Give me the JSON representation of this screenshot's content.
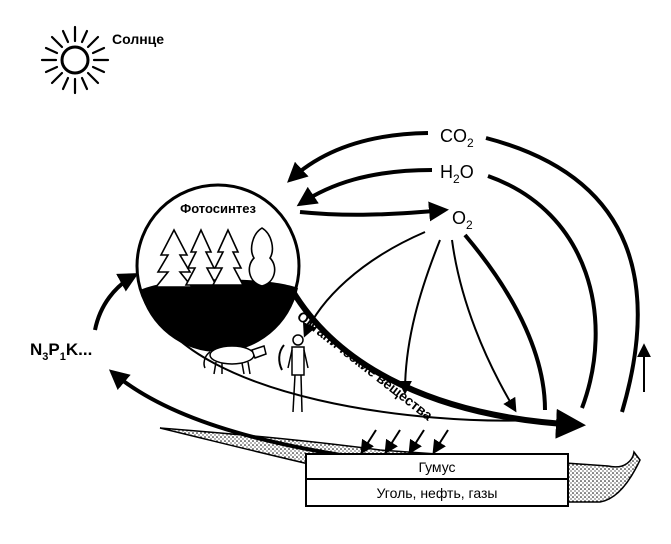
{
  "labels": {
    "sun": "Солнце",
    "photosynthesis": "Фотосинтез",
    "co2_main": "CO",
    "co2_sub": "2",
    "h2o_h": "H",
    "h2o_sub": "2",
    "h2o_o": "O",
    "o2_main": "O",
    "o2_sub": "2",
    "npk_n": "N",
    "npk_sub1": "3",
    "npk_p": "P",
    "npk_sub2": "1",
    "npk_k": "K...",
    "organic": "Органические вещества",
    "humus": "Гумус",
    "fossil": "Уголь, нефть, газы"
  },
  "colors": {
    "ink": "#000000",
    "paper": "#ffffff"
  }
}
